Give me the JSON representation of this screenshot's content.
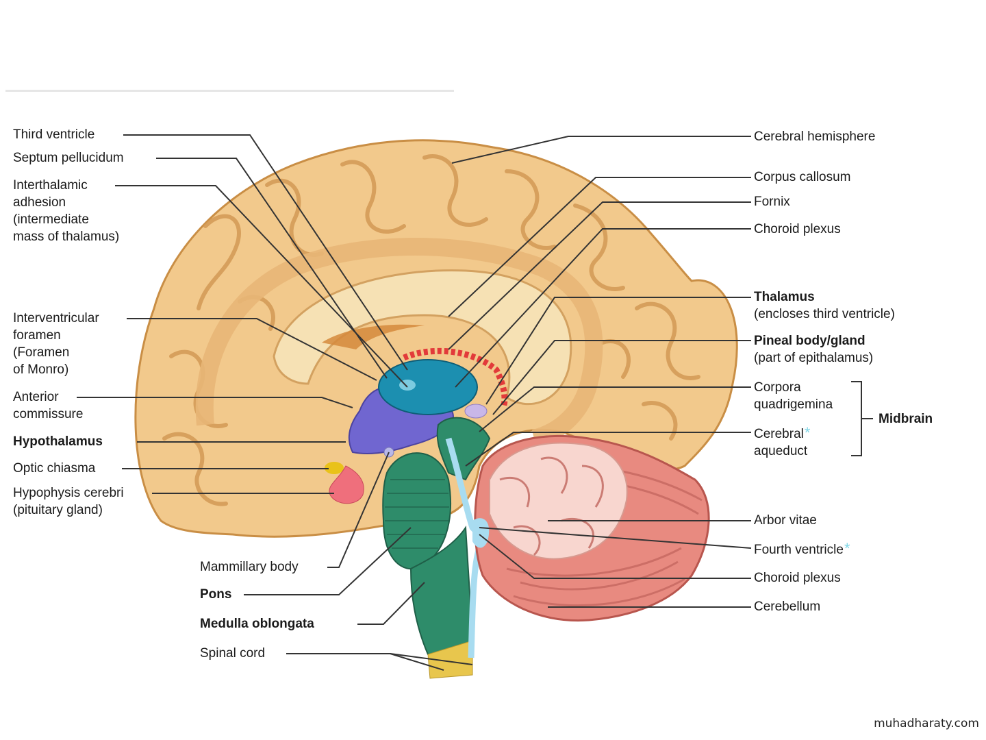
{
  "labels_left": {
    "third_ventricle": "Third ventricle",
    "septum_pellucidum": "Septum pellucidum",
    "interthalamic_adhesion": [
      "Interthalamic",
      "adhesion",
      "(intermediate",
      "mass of thalamus)"
    ],
    "interventricular_foramen": [
      "Interventricular",
      "foramen",
      "(Foramen",
      "of Monro)"
    ],
    "anterior_commissure": [
      "Anterior",
      "commissure"
    ],
    "hypothalamus": "Hypothalamus",
    "optic_chiasma": "Optic chiasma",
    "hypophysis_cerebri": [
      "Hypophysis cerebri",
      "(pituitary gland)"
    ]
  },
  "labels_bottom": {
    "mammillary_body": "Mammillary body",
    "pons": "Pons",
    "medulla_oblongata": "Medulla oblongata",
    "spinal_cord": "Spinal cord"
  },
  "labels_right": {
    "cerebral_hemisphere": "Cerebral hemisphere",
    "corpus_callosum": "Corpus callosum",
    "fornix": "Fornix",
    "choroid_plexus_upper": "Choroid plexus",
    "thalamus": "Thalamus",
    "thalamus_note": "(encloses third ventricle)",
    "pineal_body": "Pineal body/gland",
    "pineal_note": "(part of epithalamus)",
    "corpora_quadrigemina": [
      "Corpora",
      "quadrigemina"
    ],
    "cerebral_aqueduct": [
      "Cerebral",
      "aqueduct"
    ],
    "midbrain": "Midbrain",
    "arbor_vitae": "Arbor vitae",
    "fourth_ventricle": "Fourth ventricle",
    "choroid_plexus_lower": "Choroid plexus",
    "cerebellum": "Cerebellum"
  },
  "star_glyph": "*",
  "watermark": "muhadharaty.com",
  "colors": {
    "cerebrum": "#f2c98c",
    "ventricle": "#1c8fb0",
    "hypothalamus": "#7066d0",
    "brainstem": "#2e8c6a",
    "cerebellum": "#e88a80",
    "arbor": "#f8d6cf",
    "pituitary": "#ef6f7c",
    "choroid": "#e23a3a",
    "csf": "#a8dcf0"
  }
}
